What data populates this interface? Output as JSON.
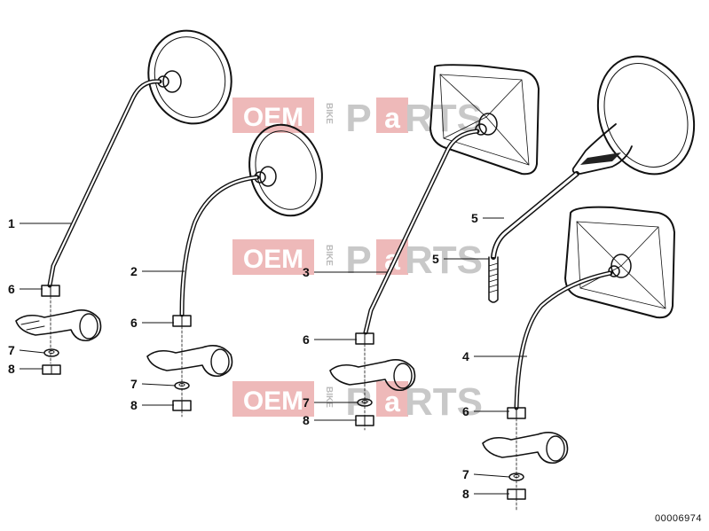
{
  "callouts": {
    "c1": "1",
    "c2": "2",
    "c3": "3",
    "c4": "4",
    "c5a": "5",
    "c5b": "5",
    "c6a": "6",
    "c6b": "6",
    "c6c": "6",
    "c6d": "6",
    "c7a": "7",
    "c7b": "7",
    "c7c": "7",
    "c7d": "7",
    "c8a": "8",
    "c8b": "8",
    "c8c": "8",
    "c8d": "8"
  },
  "watermark": {
    "oem": "OEM",
    "bike": "BIKE",
    "p": "P",
    "a": "a",
    "rts": "RTS"
  },
  "diagram_number": "00006974"
}
